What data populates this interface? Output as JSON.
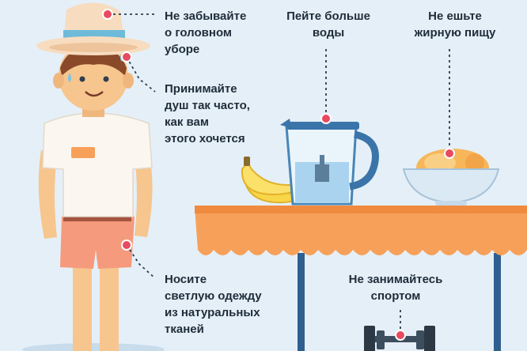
{
  "colors": {
    "background": "#e4eff7",
    "text": "#1f2d3a",
    "connector": "#2c3e50",
    "marker": "#e84a5f",
    "table_top": "#f6a05a",
    "table_legs": "#2f5f8f",
    "banana": "#f9d649",
    "shorts": "#f59a7d",
    "shirt": "#fbf7f0",
    "skin": "#f7c58e",
    "hat_band": "#6dbad9"
  },
  "icons": [
    "hat",
    "banana-bunch",
    "water-pitcher",
    "roast-chicken-bowl",
    "dumbbell"
  ],
  "tips": {
    "hat": "Не забывайте\nо головном\nуборе",
    "shower": "Принимайте\nдуш так часто,\nкак вам\nэтого хочется",
    "clothes": "Носите\nсветлую одежду\nиз натуральных\nтканей",
    "water": "Пейте больше\nводы",
    "food": "Не ешьте\nжирную пищу",
    "sport": "Не занимайтесь\nспортом"
  }
}
